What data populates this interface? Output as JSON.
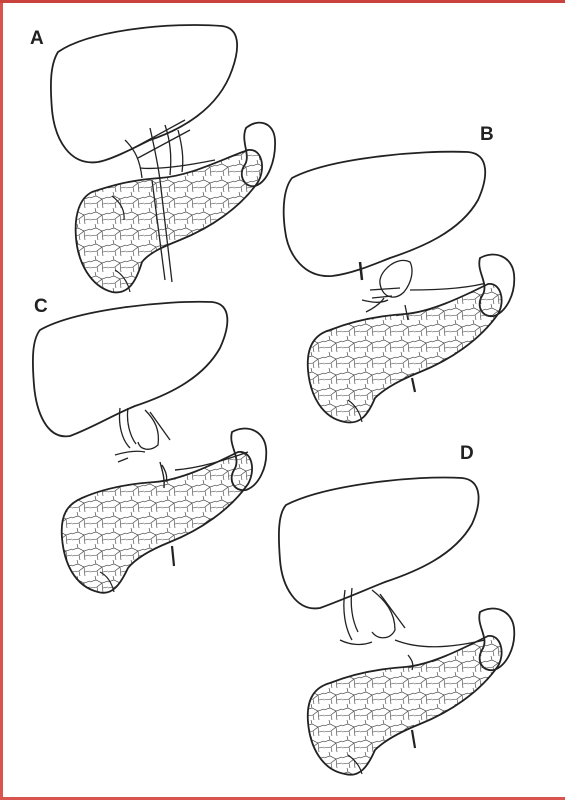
{
  "panels": [
    {
      "id": "A",
      "label": "A"
    },
    {
      "id": "B",
      "label": "B"
    },
    {
      "id": "C",
      "label": "C"
    },
    {
      "id": "D",
      "label": "D"
    }
  ],
  "colors": {
    "ink": "#222222",
    "frame": "#d9534f",
    "paper": "#ffffff"
  }
}
